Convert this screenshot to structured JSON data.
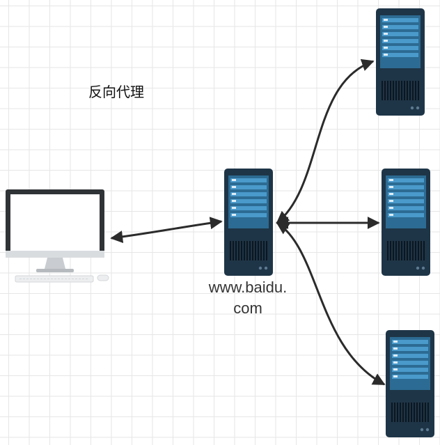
{
  "diagram": {
    "title": "反向代理",
    "proxy_label_line1": "www.baidu.",
    "proxy_label_line2": "com"
  },
  "colors": {
    "server_body": "#1e3547",
    "server_panel": "#2c6b93",
    "server_bar": "#4a9acb",
    "arrow": "#2b2b2b",
    "grid": "#e6e6e6"
  }
}
